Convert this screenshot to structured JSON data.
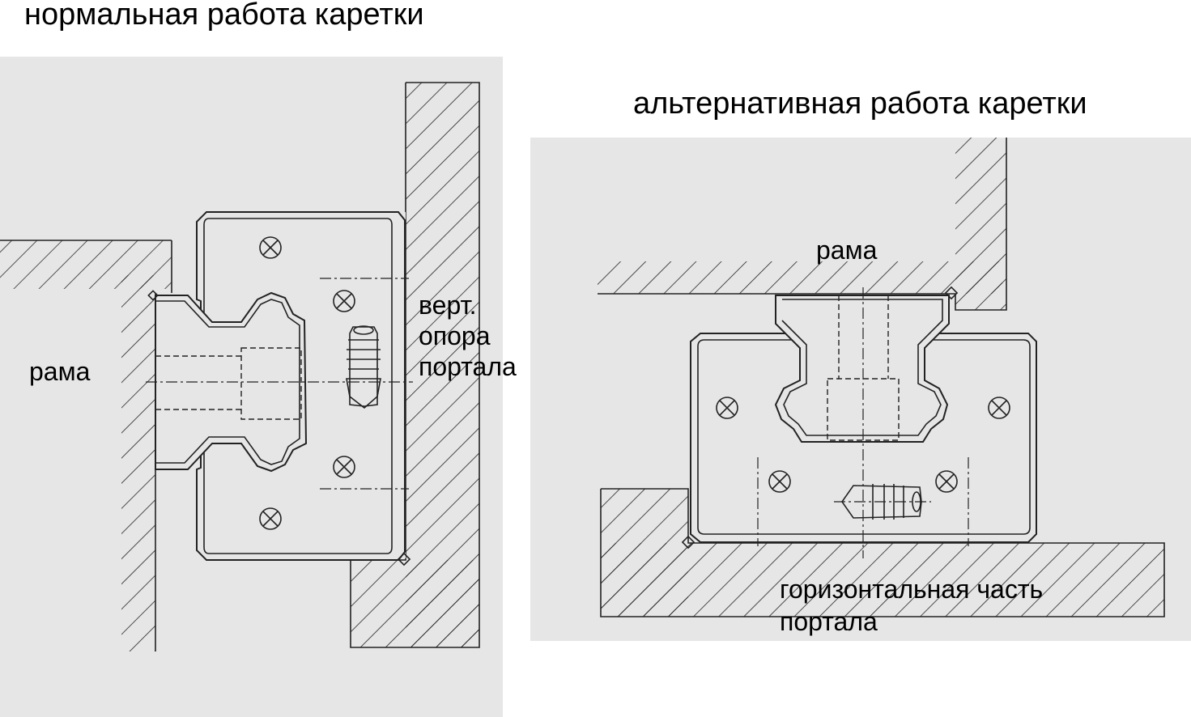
{
  "left_diagram": {
    "title": "нормальная работа каретки",
    "frame_label": "рама",
    "support_label_lines": [
      "верт.",
      "опора",
      "портала"
    ]
  },
  "right_diagram": {
    "title": "альтернативная работа каретки",
    "frame_label": "рама",
    "portal_label_lines": [
      "горизонтальная часть",
      "портала"
    ]
  }
}
